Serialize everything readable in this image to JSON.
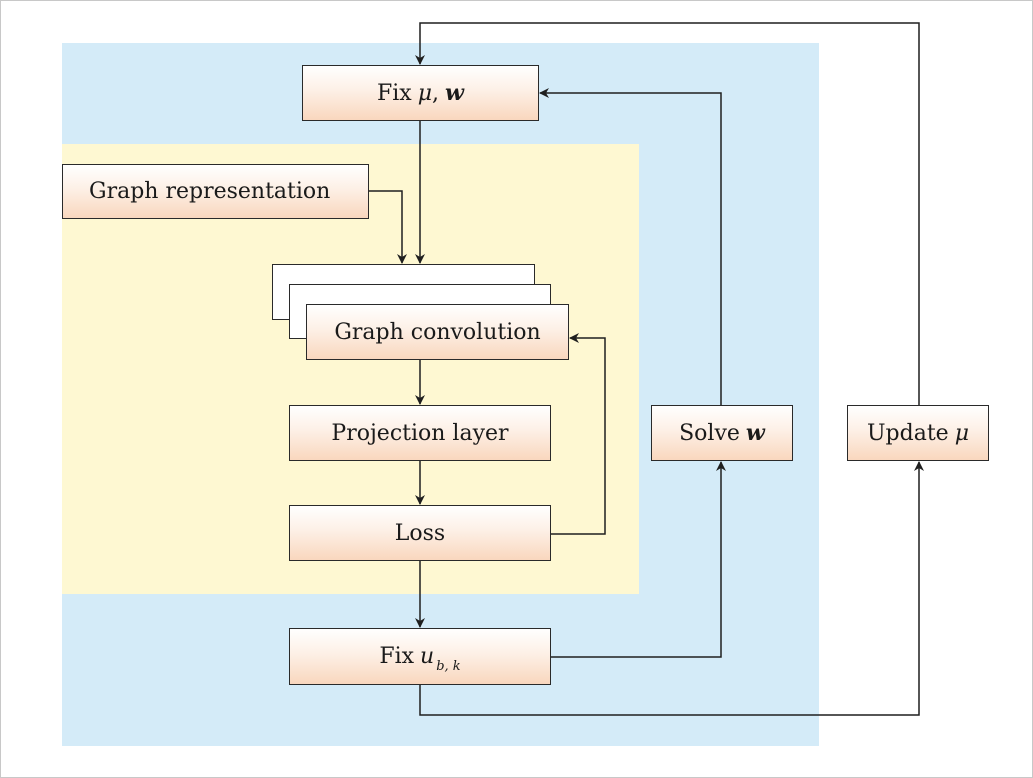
{
  "nodes": {
    "fix_mu_w": {
      "prefix": "Fix",
      "mu": "μ",
      "sep": ",",
      "w": "w"
    },
    "graph_representation": {
      "label": "Graph representation"
    },
    "graph_convolution": {
      "label": "Graph convolution"
    },
    "projection_layer": {
      "label": "Projection layer"
    },
    "loss": {
      "label": "Loss"
    },
    "fix_u": {
      "prefix": "Fix",
      "var": "u",
      "subscript": "b, k"
    },
    "solve_w": {
      "prefix": "Solve",
      "w": "w"
    },
    "update_mu": {
      "prefix": "Update",
      "mu": "μ"
    }
  },
  "colors": {
    "outer_region": "#d4ebf8",
    "inner_region": "#fef8d2",
    "box_gradient_top": "#ffffff",
    "box_gradient_bottom": "#f9d7be",
    "line": "#1f1f1f"
  }
}
